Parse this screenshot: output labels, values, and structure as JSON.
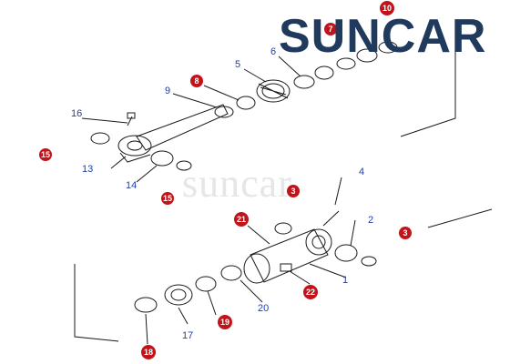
{
  "logo": {
    "text": "SUNCAR",
    "color": "#1f3a5c"
  },
  "watermark": {
    "text": "suncar"
  },
  "colors": {
    "line": "#1a1a1a",
    "blue_label": "#1e3fa8",
    "red_badge": "#c0141a"
  },
  "callouts": {
    "n1": "1",
    "n2": "2",
    "n3a": "3",
    "n3b": "3",
    "n4": "4",
    "n5": "5",
    "n6": "6",
    "n7": "7",
    "n8": "8",
    "n9": "9",
    "n10": "10",
    "n13": "13",
    "n14": "14",
    "n15a": "15",
    "n15b": "15",
    "n16": "16",
    "n17": "17",
    "n18": "18",
    "n19": "19",
    "n20": "20",
    "n21": "21",
    "n22": "22"
  }
}
